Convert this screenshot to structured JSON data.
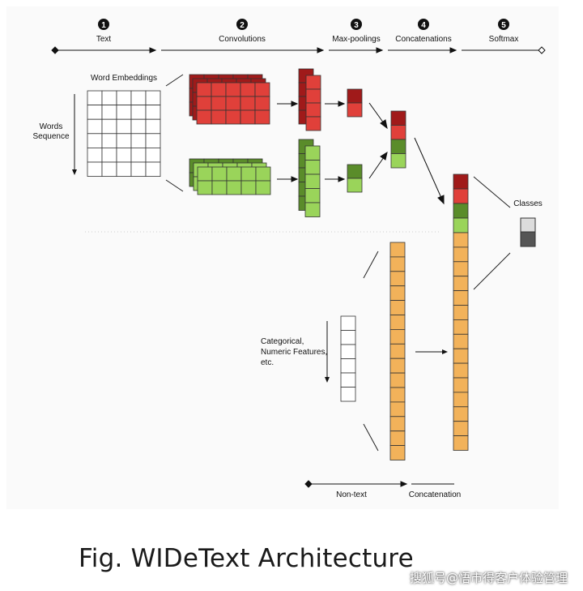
{
  "stages": [
    {
      "num": "1",
      "label": "Text"
    },
    {
      "num": "2",
      "label": "Convolutions"
    },
    {
      "num": "3",
      "label": "Max-poolings"
    },
    {
      "num": "4",
      "label": "Concatenations"
    },
    {
      "num": "5",
      "label": "Softmax"
    }
  ],
  "labels": {
    "word_embeddings": "Word Embeddings",
    "words_sequence": [
      "Words",
      "Sequence"
    ],
    "classes": "Classes",
    "features": [
      "Categorical,",
      "Numeric Features,",
      "etc."
    ],
    "non_text": "Non-text",
    "concatenation": "Concatenation"
  },
  "caption": "Fig. WIDeText Architecture",
  "watermark": "搜狐号@悟市得客户体验管理",
  "colors": {
    "red_dark": "#a01a1a",
    "red": "#e0403a",
    "green_dark": "#5a8c2a",
    "green": "#9ad45a",
    "orange": "#f2b25a",
    "class_light": "#dcdcdc",
    "class_dark": "#555555",
    "line": "#222222"
  }
}
